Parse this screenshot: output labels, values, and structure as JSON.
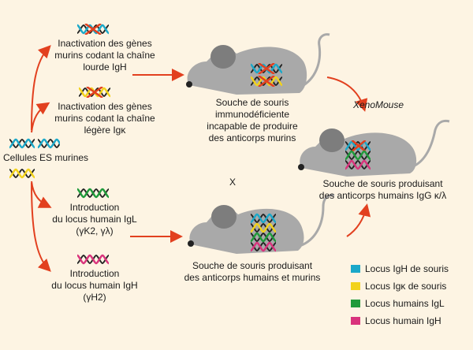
{
  "colors": {
    "background": "#fdf4e3",
    "arrow": "#e2401f",
    "mouse": "#a9a9a9",
    "mouse_dark": "#7d7d7d",
    "dna_murine_h": "#1ba8c9",
    "dna_murine_k": "#f2d21a",
    "dna_human_l": "#1f9a3a",
    "dna_human_h": "#d9337c",
    "cross": "#e2401f"
  },
  "labels": {
    "inact_heavy": [
      "Inactivation des gènes",
      "murins codant la chaîne",
      "lourde IgH"
    ],
    "inact_light": [
      "Inactivation des gènes",
      "murins codant la chaîne",
      "légère Igκ"
    ],
    "es_cells": "Cellules ES murines",
    "intro_igl": [
      "Introduction",
      "du locus humain IgL",
      "(γK2, γλ)"
    ],
    "intro_igh": [
      "Introduction",
      "du locus humain IgH",
      "(γH2)"
    ],
    "immunodeficient": [
      "Souche de souris",
      "immunodéficiente",
      "incapable de produire",
      "des anticorps murins"
    ],
    "xenomouse": "XenoMouse",
    "cross": "X",
    "mixed_antibodies": [
      "Souche de souris produisant",
      "des anticorps humains et murins"
    ],
    "human_antibodies": [
      "Souche de souris produisant",
      "des anticorps humains IgG κ/λ"
    ]
  },
  "legend": [
    {
      "label": "Locus IgH de souris",
      "color": "#1ba8c9"
    },
    {
      "label": "Locus Igκ de souris",
      "color": "#f2d21a"
    },
    {
      "label": "Locus humains IgL",
      "color": "#1f9a3a"
    },
    {
      "label": "Locus humain IgH",
      "color": "#d9337c"
    }
  ]
}
